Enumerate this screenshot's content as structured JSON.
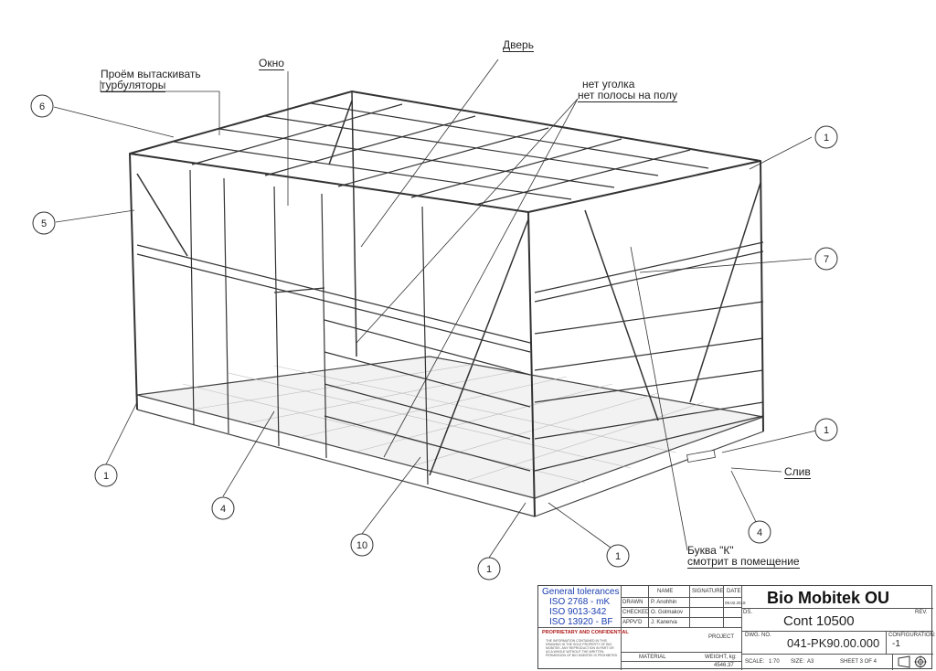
{
  "callouts": {
    "proyom_line1": "Проём вытаскивать",
    "proyom_line2": "турбуляторы",
    "okno": "Окно",
    "dver": "Дверь",
    "net_ugolka": "нет уголка",
    "net_polosy": "нет полосы на полу",
    "sliv": "Слив",
    "bukva_line1": "Буква \"К\"",
    "bukva_line2": "смотрит в помещение"
  },
  "balloons": [
    "6",
    "5",
    "1",
    "1",
    "4",
    "10",
    "1",
    "1",
    "4",
    "1",
    "7",
    "1"
  ],
  "title_block": {
    "general_tolerances": "General tolerances",
    "iso_1": "ISO 2768 - mK",
    "iso_2": "ISO 9013-342",
    "iso_3": "ISO 13920 - BF",
    "proprietary": "PROPRIETARY AND CONFIDENTIAL",
    "proprietary_text": "THE INFORMATION CONTAINED IN THIS DRAWING IS THE SOLE PROPERTY OF BIO MOBITEK. ANY REPRODUCTION IN PART OR AS A WHOLE WITHOUT THE WRITTEN PERMISSION OF BIO MOBITEK IS PROHIBITED.",
    "col_name": "NAME",
    "col_signature": "SIGNATURE",
    "col_date": "DATE",
    "row_drawn": "DRAWN",
    "row_checked": "CHECKED",
    "row_apprvd": "APPV'D",
    "drawn_name": "P. Anohhin",
    "checked_name": "O. Golmakov",
    "apprvd_name": "J. Kanerva",
    "drawn_date": "09.02.2018",
    "project_label": "PROJECT",
    "material_label": "MATERIAL",
    "weight_label": "WEIGHT, kg:",
    "weight_value": "4546.37",
    "company": "Bio Mobitek OU",
    "ds_label": "DS.",
    "project_title": "Cont 10500",
    "rev_label": "REV.",
    "dwg_no_label": "DWG. NO.",
    "drawing_number": "041-PK90.00.000",
    "configuration_label": "CONFIGURATION:",
    "configuration_value": "-1",
    "scale_label": "SCALE:",
    "scale_value": "1:70",
    "size_label": "SIZE:",
    "size_value": "A3",
    "sheet": "SHEET 3 OF 4"
  }
}
